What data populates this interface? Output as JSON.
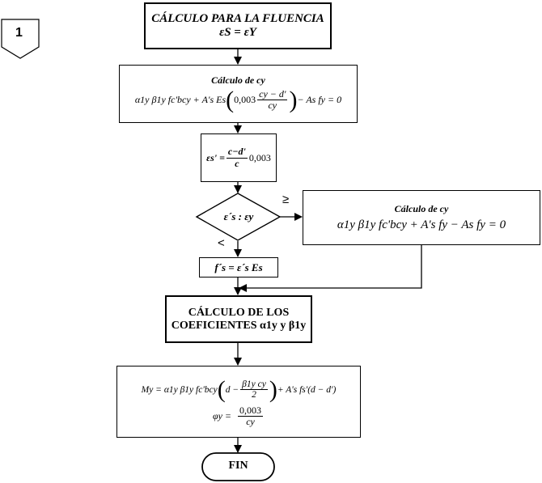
{
  "connector": {
    "label": "1"
  },
  "box1": {
    "title": "CÁLCULO PARA LA FLUENCIA",
    "subtitle": "εS = εY"
  },
  "box2": {
    "title": "Cálculo de cy",
    "eq_left": "α1y β1y fc'bcy + A's Es",
    "coef": "0,003",
    "frac_num": "cy − d'",
    "frac_den": "cy",
    "eq_right": "− As fy = 0"
  },
  "box3": {
    "lhs": "εs' =",
    "frac_num": "c−d'",
    "frac_den": "c",
    "rhs": "0,003"
  },
  "decision": {
    "text": "ε´s : εy",
    "yes_label": "≥",
    "no_label": "<"
  },
  "box_side": {
    "title": "Cálculo de cy",
    "equation": "α1y β1y fc'bcy + A's fy − As fy = 0"
  },
  "box4": {
    "text": "f´s = ε´s Es"
  },
  "box5": {
    "line1": "CÁLCULO DE LOS",
    "line2": "COEFICIENTES α1y y β1y"
  },
  "box6": {
    "my_left": "My = α1y β1y fc'bcy",
    "my_d": "d −",
    "my_frac_num": "β1y cy",
    "my_frac_den": "2",
    "my_right": "+ A's fs'(d − d')",
    "phi_left": "φy  =",
    "phi_num": "0,003",
    "phi_den": "cy"
  },
  "terminator": {
    "text": "FIN"
  }
}
